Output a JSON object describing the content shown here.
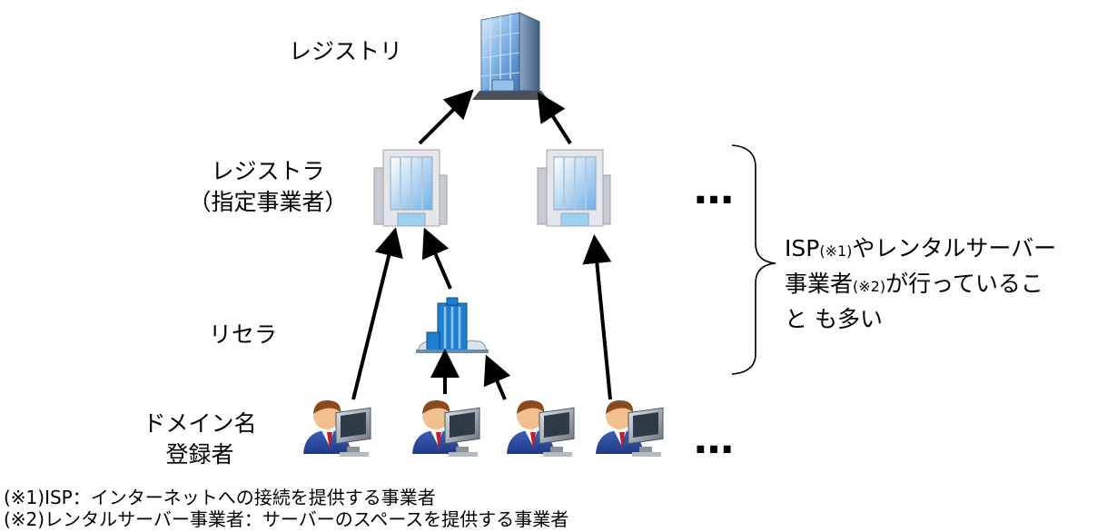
{
  "labels": {
    "registry": "レジストリ",
    "registrar_line1": "レジストラ",
    "registrar_line2": "（指定事業者）",
    "reseller": "リセラ",
    "registrant_line1": "ドメイン名",
    "registrant_line2": "登録者"
  },
  "ellipsis": "…",
  "note": {
    "line1_a": "ISP",
    "line1_ref": "(※1)",
    "line1_b": "やレンタルサーバー",
    "line2_a": "事業者",
    "line2_ref": "(※2)",
    "line2_b": "が行っているこ",
    "line3": "と も多い"
  },
  "footnotes": [
    "(※1)ISP：インターネットへの接続を提供する事業者",
    "(※2)レンタルサーバー事業者：サーバーのスペースを提供する事業者"
  ],
  "icons": {
    "registry": "office-tower-icon",
    "registrar": "office-building-icon",
    "reseller": "small-office-icon",
    "registrant": "user-at-computer-icon"
  }
}
